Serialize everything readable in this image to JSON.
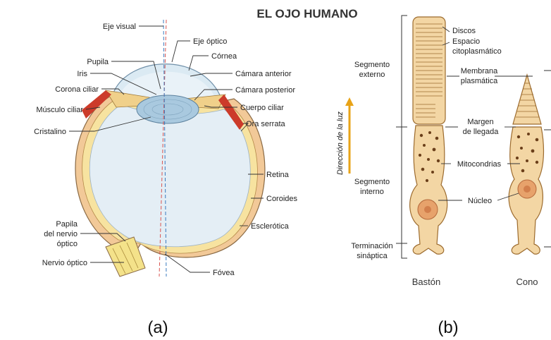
{
  "title": "EL OJO HUMANO",
  "eye": {
    "labels": {
      "eje_visual": "Eje visual",
      "eje_optico": "Eje óptico",
      "cornea": "Córnea",
      "pupila": "Pupila",
      "camara_anterior": "Cámara anterior",
      "iris": "Iris",
      "corona_ciliar": "Corona ciliar",
      "camara_posterior": "Cámara posterior",
      "musculo_ciliar": "Músculo ciliar",
      "cuerpo_ciliar": "Cuerpo ciliar",
      "cristalino": "Cristalino",
      "ora_serrata": "Ora serrata",
      "retina": "Retina",
      "coroides": "Coroides",
      "papila_1": "Papila",
      "papila_2": "del nervio",
      "papila_3": "óptico",
      "esclerotica": "Esclerótica",
      "nervio_optico": "Nervio óptico",
      "fovea": "Fóvea"
    },
    "caption": "(a)"
  },
  "cells": {
    "labels": {
      "discos": "Discos",
      "espacio_1": "Espacio",
      "espacio_2": "citoplasmático",
      "segmento_externo_1": "Segmento",
      "segmento_externo_2": "externo",
      "membrana_1": "Membrana",
      "membrana_2": "plasmática",
      "margen_1": "Margen",
      "margen_2": "de llegada",
      "direccion": "Dirección de la luz",
      "mitocondrias": "Mitocondrias",
      "segmento_interno_1": "Segmento",
      "segmento_interno_2": "interno",
      "nucleo": "Núcleo",
      "terminacion_1": "Terminación",
      "terminacion_2": "sináptica",
      "baston": "Bastón",
      "cono": "Cono"
    },
    "caption": "(b)"
  },
  "colors": {
    "cell_fill": "#f3d6a4",
    "cell_stroke": "#9c6b2e",
    "nucleus": "#e7a26b",
    "arrow": "#e8a317",
    "vitreous": "#e4eef5",
    "lens": "#a9c9df",
    "sclera": "#f2c998",
    "retina": "#f7e3a0",
    "muscle": "#cc3b2a",
    "visual_axis": "#d9534f",
    "optic_axis": "#3a7bbf"
  }
}
